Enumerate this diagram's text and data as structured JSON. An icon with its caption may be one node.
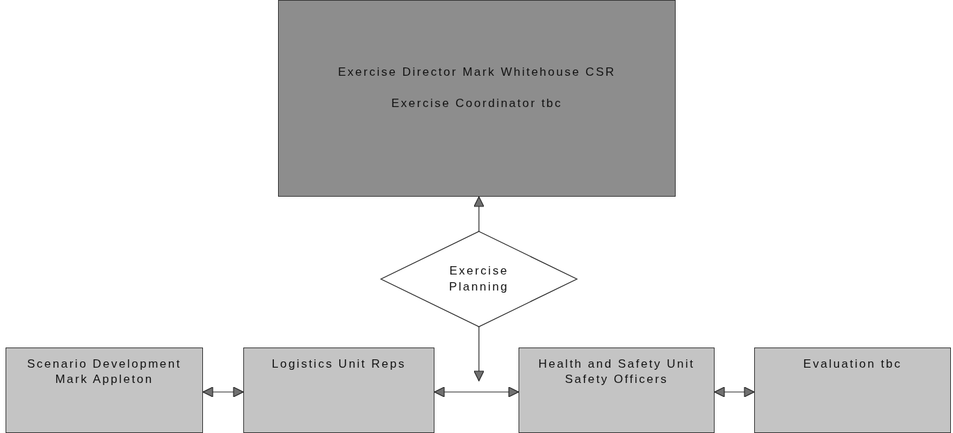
{
  "diagram": {
    "nodes": [
      {
        "text": [
          "Exercise Director Mark Whitehouse CSR",
          "Exercise Coordinator tbc"
        ]
      },
      {
        "text": [
          "Exercise Planning"
        ]
      },
      {
        "text": [
          "Scenario Development Mark Appleton"
        ]
      },
      {
        "text": [
          "Logistics Unit Reps"
        ]
      },
      {
        "text": [
          "Health and Safety Unit Safety Officers"
        ]
      },
      {
        "text": [
          "Evaluation tbc"
        ]
      }
    ],
    "edges": [
      {
        "from": 1,
        "to": 0,
        "arrow": "to"
      },
      {
        "from": 1,
        "to": null,
        "arrow": "to"
      },
      {
        "from": 3,
        "to": 4,
        "arrow": "both"
      },
      {
        "from": 2,
        "to": 3,
        "arrow": "both"
      },
      {
        "from": 4,
        "to": 5,
        "arrow": "both"
      }
    ]
  }
}
